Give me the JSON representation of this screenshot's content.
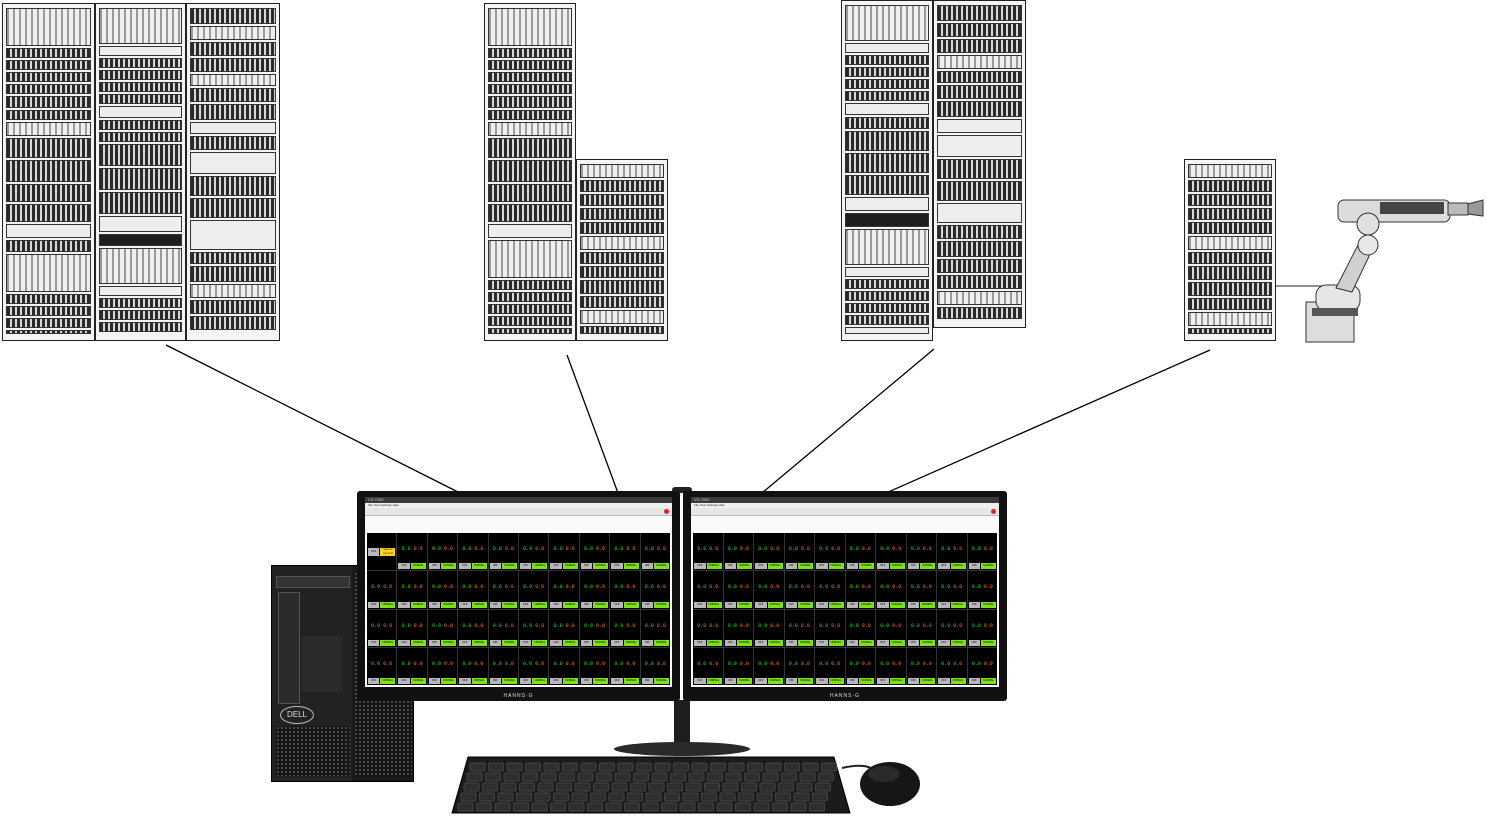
{
  "diagram": {
    "nodes": [
      {
        "id": "rack-group-1",
        "kind": "server-rack-group",
        "racks": 3
      },
      {
        "id": "rack-group-2",
        "kind": "server-rack-group",
        "racks": 2
      },
      {
        "id": "rack-group-3",
        "kind": "server-rack-group",
        "racks": 2
      },
      {
        "id": "rack-group-4",
        "kind": "server-rack-with-robot-arm",
        "racks": 1
      },
      {
        "id": "workstation",
        "kind": "desktop-pc-with-dual-monitors"
      }
    ],
    "edges": [
      {
        "from": "rack-group-1",
        "to": "workstation"
      },
      {
        "from": "rack-group-2",
        "to": "workstation"
      },
      {
        "from": "rack-group-3",
        "to": "workstation"
      },
      {
        "from": "rack-group-4",
        "to": "workstation"
      }
    ]
  },
  "monitor_left": {
    "brand": "HANNS·G",
    "window_title": "VS-7000",
    "estop_label": "Emergency Stop",
    "status_label_1": "MASTER",
    "status_label_2": "CAUTION"
  },
  "monitor_right": {
    "brand": "HANNS·G",
    "window_title": "VS-7000",
    "estop_label": "Emergency Stop"
  },
  "cell": {
    "value": "0.0",
    "value_alt": "0.0",
    "limit_label": "LIMIT",
    "off_label": "OFF",
    "normal_label": "NORMAL"
  },
  "pc_brand": "DELL",
  "colors": {
    "line": "#000000",
    "screen_bg": "#000000",
    "value_green": "#33dd33",
    "value_orange": "#ff7a1a",
    "normal_green": "#7fe020",
    "off_gray": "#b8b8b8"
  },
  "icons": [
    "server-rack-icon",
    "robot-arm-icon",
    "desktop-tower-icon",
    "monitor-icon",
    "keyboard-icon",
    "mouse-icon"
  ]
}
